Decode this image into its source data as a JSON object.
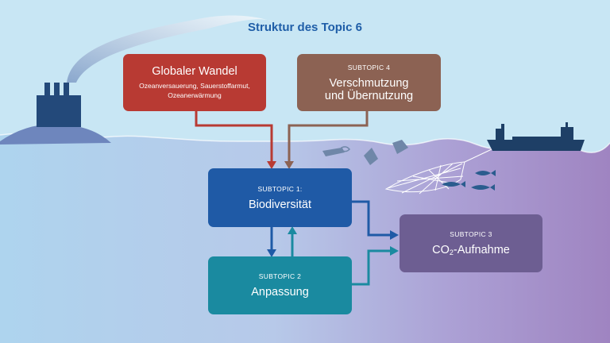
{
  "title": "Struktur des Topic 6",
  "global_change": {
    "title": "Globaler Wandel",
    "description_line1": "Ozeanversauerung, Sauerstoffarmut,",
    "description_line2": "Ozeanerwärmung"
  },
  "subtopic4": {
    "label": "SUBTOPIC 4",
    "title_line1": "Verschmutzung",
    "title_line2": "und Übernutzung"
  },
  "subtopic1": {
    "label": "SUBTOPIC 1:",
    "title": "Biodiversität"
  },
  "subtopic2": {
    "label": "SUBTOPIC 2",
    "title": "Anpassung"
  },
  "subtopic3": {
    "label": "SUBTOPIC 3",
    "title_prefix": "CO",
    "title_subscript": "2",
    "title_suffix": "-Aufnahme"
  },
  "colors": {
    "title": "#1f5ea8",
    "global_change": "#b83a33",
    "pollution": "#8c6253",
    "biodiversity": "#1f5aa6",
    "adaptation": "#1a8aa0",
    "co2_uptake": "#6d5e92",
    "ship": "#1e3f66"
  },
  "icons": [
    "factory-icon",
    "smoke-plume-icon",
    "ship-icon",
    "fishing-net-icon",
    "fish-icon",
    "plastic-waste-icon"
  ]
}
